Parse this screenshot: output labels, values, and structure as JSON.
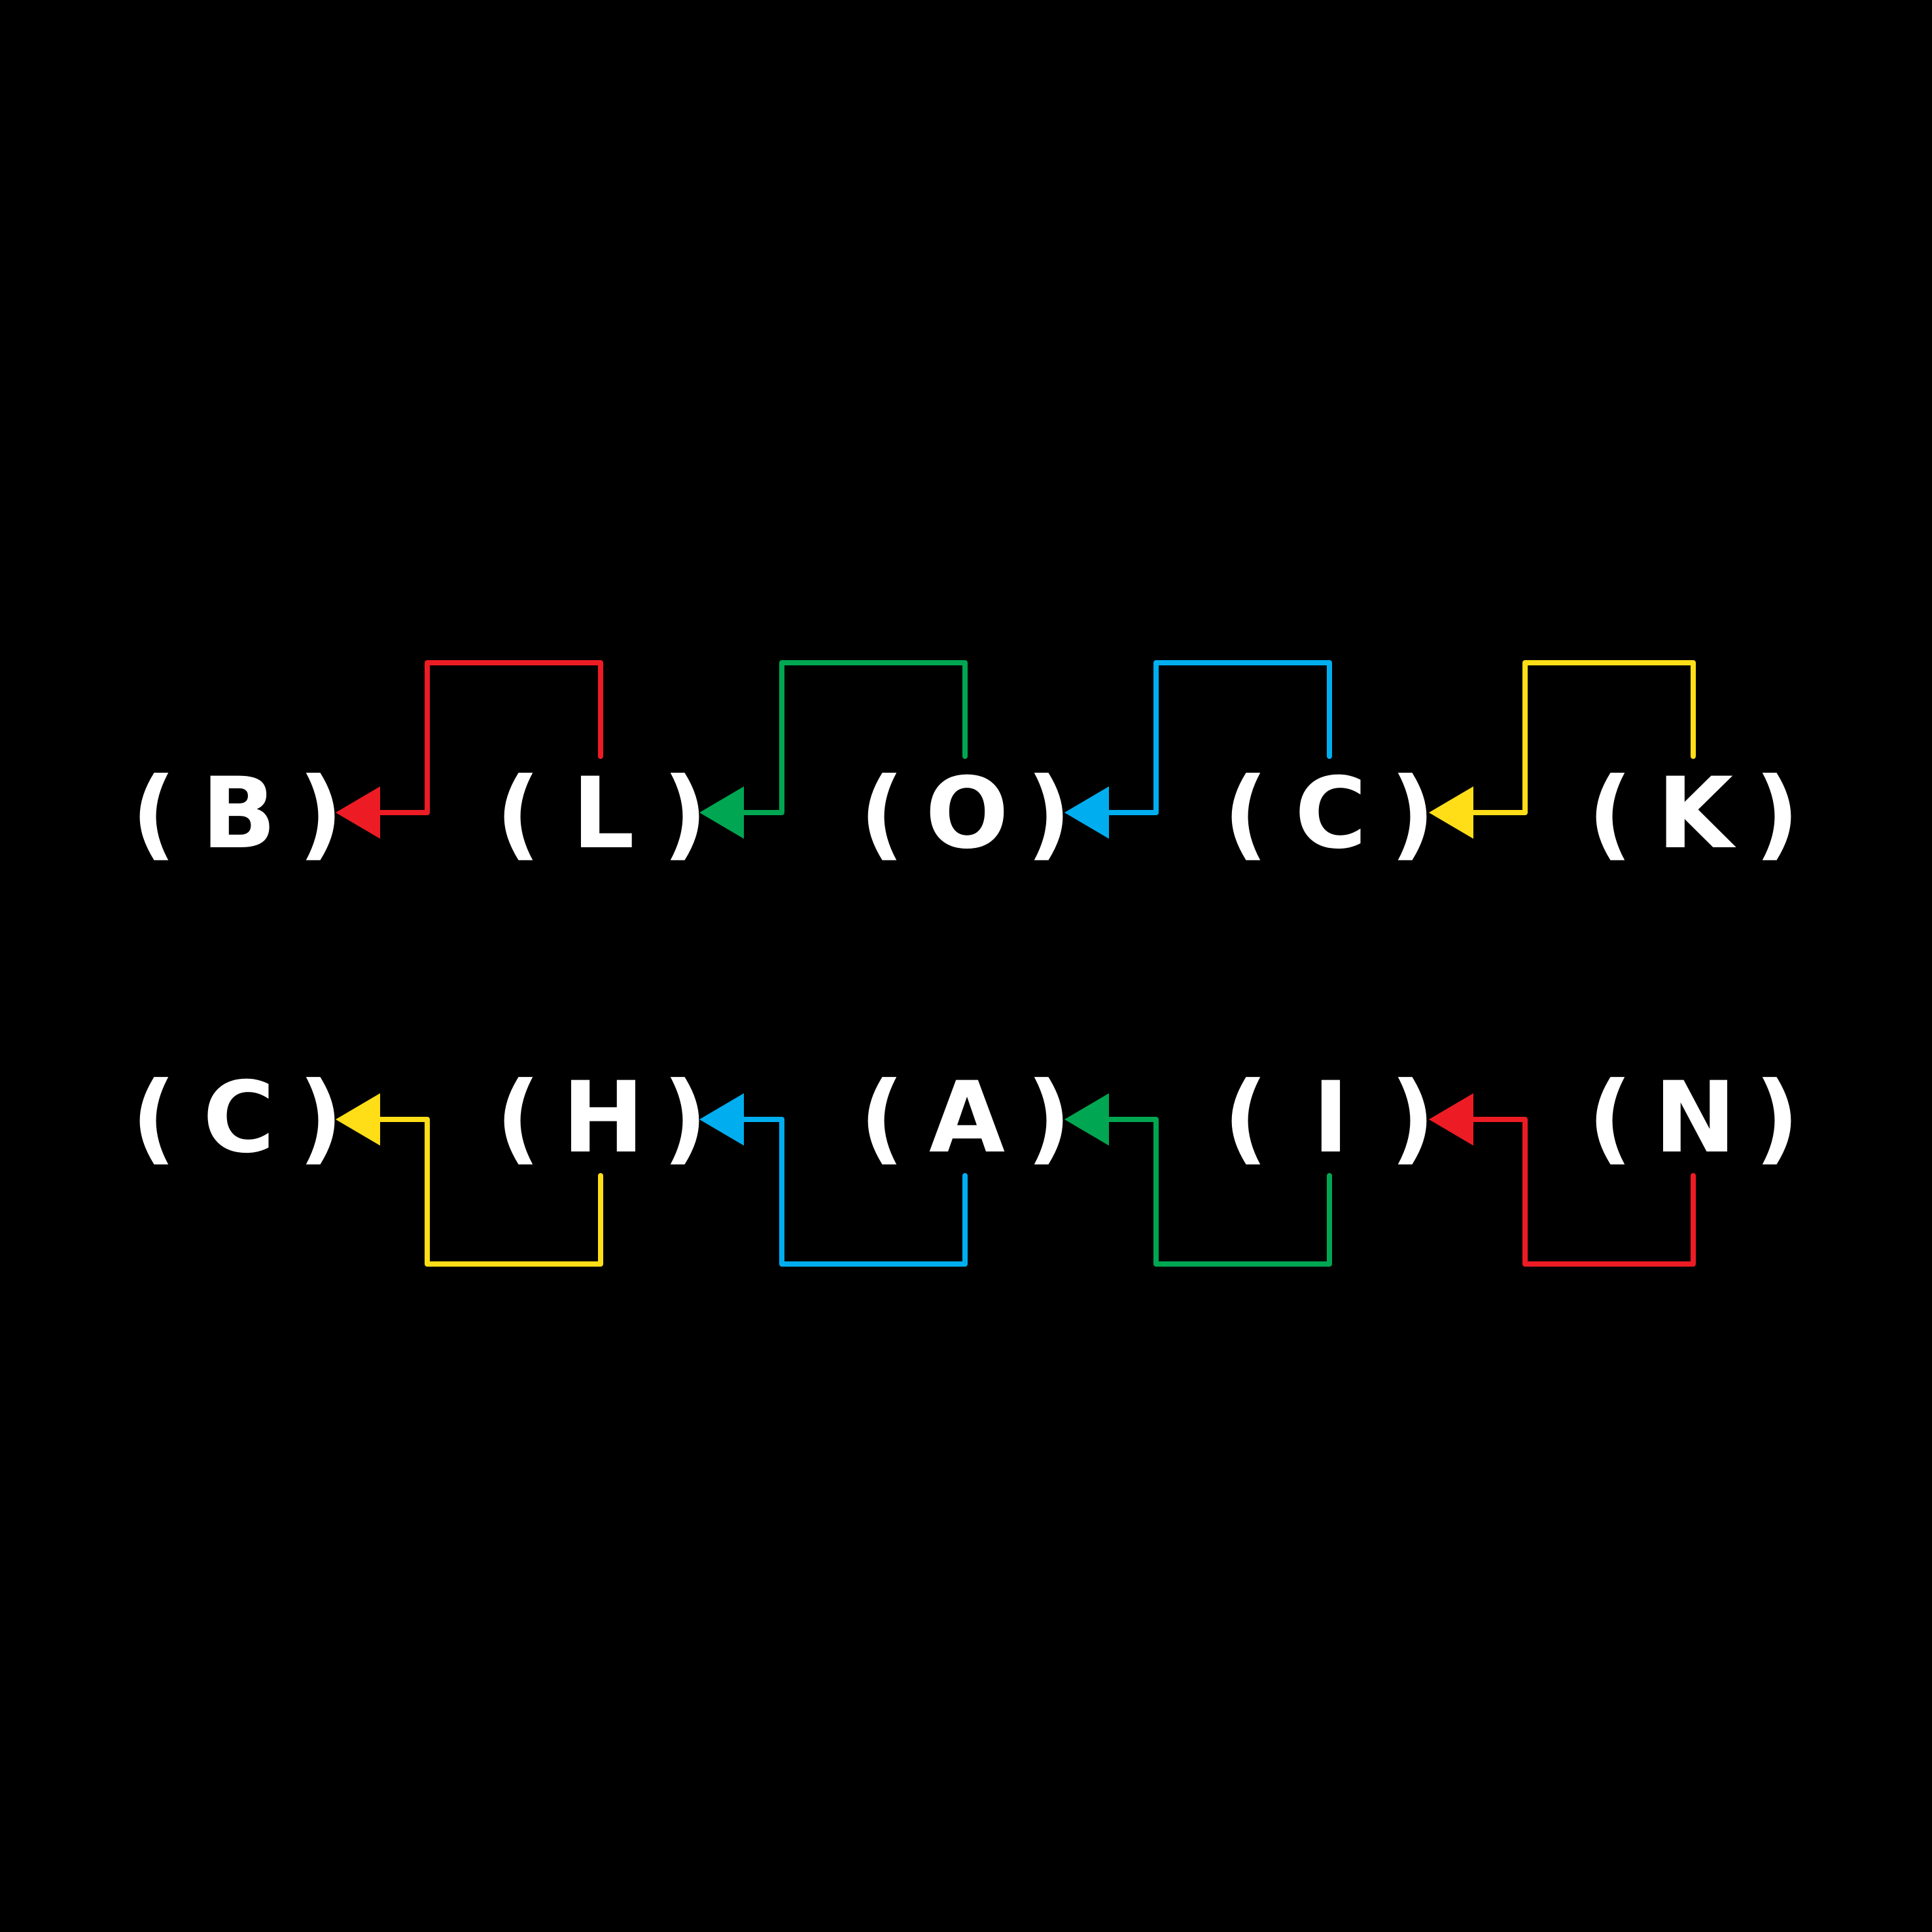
{
  "background": "#000000",
  "text_color": "#ffffff",
  "rows": [
    {
      "direction": "up",
      "nodes": [
        {
          "open": "(",
          "letter": "B",
          "close": ")"
        },
        {
          "open": "(",
          "letter": "L",
          "close": ")"
        },
        {
          "open": "(",
          "letter": "O",
          "close": ")"
        },
        {
          "open": "(",
          "letter": "C",
          "close": ")"
        },
        {
          "open": "(",
          "letter": "K",
          "close": ")"
        }
      ],
      "connectors": [
        {
          "from": 1,
          "to": 0,
          "color": "#ed1c24"
        },
        {
          "from": 2,
          "to": 1,
          "color": "#00a651"
        },
        {
          "from": 3,
          "to": 2,
          "color": "#00aeef"
        },
        {
          "from": 4,
          "to": 3,
          "color": "#ffde17"
        }
      ]
    },
    {
      "direction": "down",
      "nodes": [
        {
          "open": "(",
          "letter": "C",
          "close": ")"
        },
        {
          "open": "(",
          "letter": "H",
          "close": ")"
        },
        {
          "open": "(",
          "letter": "A",
          "close": ")"
        },
        {
          "open": "(",
          "letter": "I",
          "close": ")"
        },
        {
          "open": "(",
          "letter": "N",
          "close": ")"
        }
      ],
      "connectors": [
        {
          "from": 1,
          "to": 0,
          "color": "#ffde17"
        },
        {
          "from": 2,
          "to": 1,
          "color": "#00aeef"
        },
        {
          "from": 3,
          "to": 2,
          "color": "#00a651"
        },
        {
          "from": 4,
          "to": 3,
          "color": "#ed1c24"
        }
      ]
    }
  ]
}
